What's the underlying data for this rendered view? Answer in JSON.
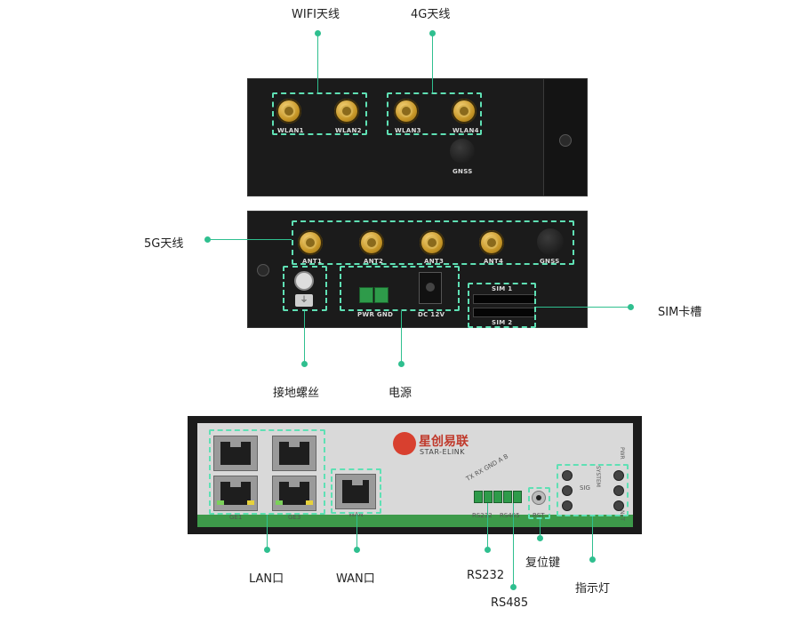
{
  "labels": {
    "wifi_antenna": "WIFI天线",
    "antenna_4g": "4G天线",
    "antenna_5g": "5G天线",
    "sim_slot": "SIM卡槽",
    "ground_screw": "接地螺丝",
    "power": "电源",
    "lan_port": "LAN口",
    "wan_port": "WAN口",
    "rs232": "RS232",
    "rs485": "RS485",
    "reset_key": "复位键",
    "indicator_light": "指示灯"
  },
  "top_panel": {
    "ports": [
      "WLAN1",
      "WLAN2",
      "WLAN3",
      "WLAN4"
    ],
    "gnss": "GNSS"
  },
  "middle_panel": {
    "ports": [
      "ANT1",
      "ANT2",
      "ANT3",
      "ANT4"
    ],
    "gnss": "GNSS",
    "pwr_gnd": "PWR  GND",
    "dc": "DC 12V",
    "sim1": "SIM 1",
    "sim2": "SIM 2"
  },
  "bottom_panel": {
    "brand_cn": "星创易联",
    "brand_en": "STAR-ELINK",
    "ge1": "GE1",
    "ge3": "GE3",
    "wan": "WAN",
    "rs232_small": "RS232",
    "rs485_small": "RS485",
    "rst": "RST",
    "serial_pins": "TX  RX  GND  A  B",
    "sys": "SYSTEM",
    "pwr": "PWR",
    "net": "NET",
    "sig": "SIG"
  },
  "colors": {
    "accent": "#2fbf8f",
    "dash": "#5fe0b4",
    "device": "#1d1d1d",
    "front_panel": "#d7d7d7",
    "green_strip": "#3d9a4a"
  }
}
